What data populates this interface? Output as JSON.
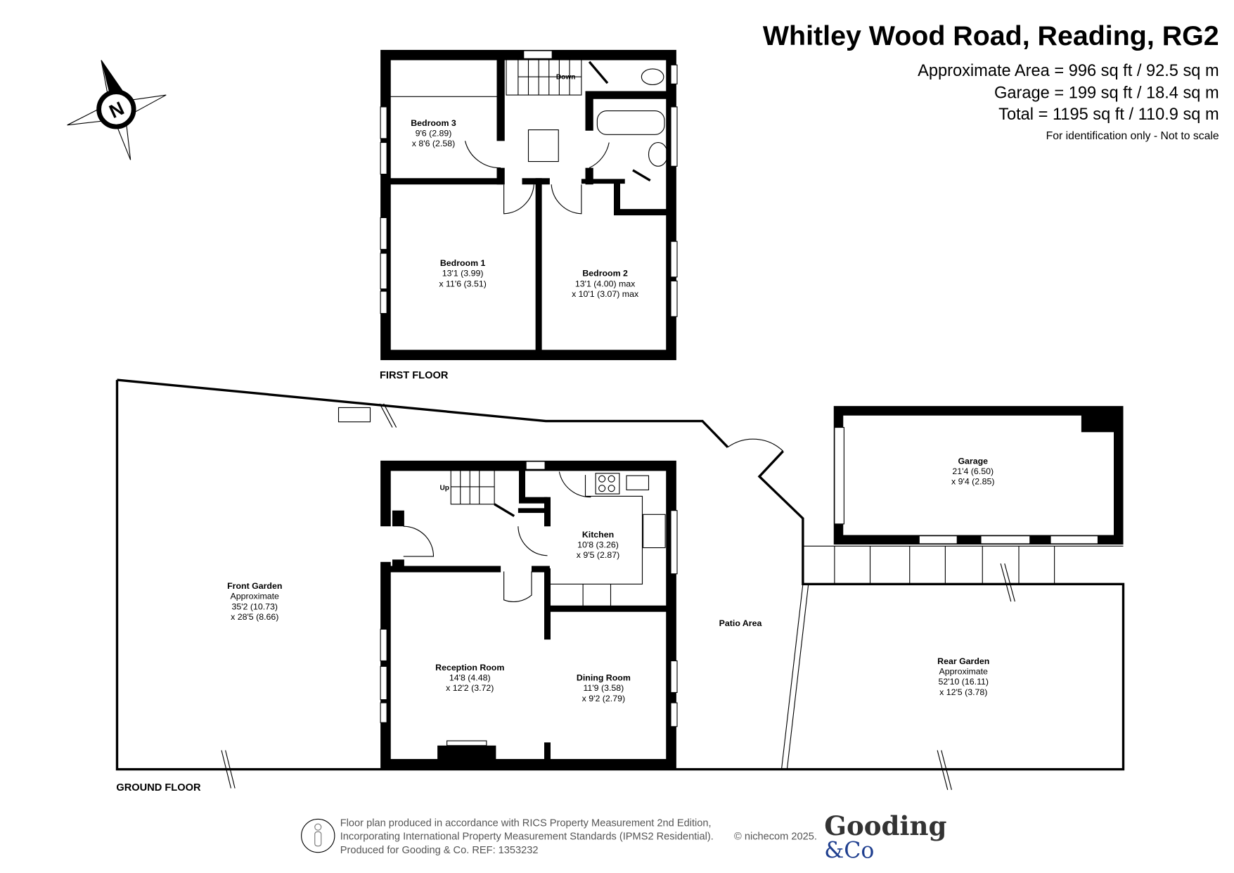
{
  "header": {
    "title": "Whitley Wood Road, Reading, RG2",
    "approx_area": "Approximate Area = 996 sq ft / 92.5 sq m",
    "garage_area": "Garage = 199 sq ft / 18.4 sq m",
    "total_area": "Total = 1195 sq ft / 110.9 sq m",
    "disclaimer": "For identification only - Not to scale"
  },
  "compass": {
    "label": "N",
    "icon": "north-arrow-icon"
  },
  "first_floor": {
    "label": "FIRST FLOOR",
    "stairs_label": "Down",
    "rooms": [
      {
        "name": "Bedroom 3",
        "dim1": "9'6 (2.89)",
        "dim2": "x 8'6 (2.58)"
      },
      {
        "name": "Bedroom 1",
        "dim1": "13'1 (3.99)",
        "dim2": "x 11'6 (3.51)"
      },
      {
        "name": "Bedroom 2",
        "dim1": "13'1 (4.00) max",
        "dim2": "x 10'1 (3.07) max"
      }
    ]
  },
  "ground_floor": {
    "label": "GROUND FLOOR",
    "stairs_label": "Up",
    "rooms": [
      {
        "name": "Kitchen",
        "dim1": "10'8 (3.26)",
        "dim2": "x 9'5 (2.87)"
      },
      {
        "name": "Reception Room",
        "dim1": "14'8 (4.48)",
        "dim2": "x 12'2 (3.72)"
      },
      {
        "name": "Dining Room",
        "dim1": "11'9 (3.58)",
        "dim2": "x 9'2 (2.79)"
      },
      {
        "name": "Garage",
        "dim1": "21'4 (6.50)",
        "dim2": "x 9'4 (2.85)"
      }
    ],
    "front_garden": {
      "name": "Front Garden",
      "sub": "Approximate",
      "dim1": "35'2 (10.73)",
      "dim2": "x 28'5 (8.66)"
    },
    "rear_garden": {
      "name": "Rear Garden",
      "sub": "Approximate",
      "dim1": "52'10 (16.11)",
      "dim2": "x 12'5 (3.78)"
    },
    "patio": "Patio Area"
  },
  "footer": {
    "line1": "Floor plan produced in accordance with RICS Property Measurement 2nd Edition,",
    "line2": "Incorporating International Property Measurement Standards (IPMS2 Residential).",
    "line3": "Produced for Gooding & Co.   REF: 1353232",
    "copyright": "© nichecom 2025.",
    "logo_top": "Gooding",
    "logo_bottom": "&Co",
    "logo_bottom_color": "#1f3f8f"
  }
}
